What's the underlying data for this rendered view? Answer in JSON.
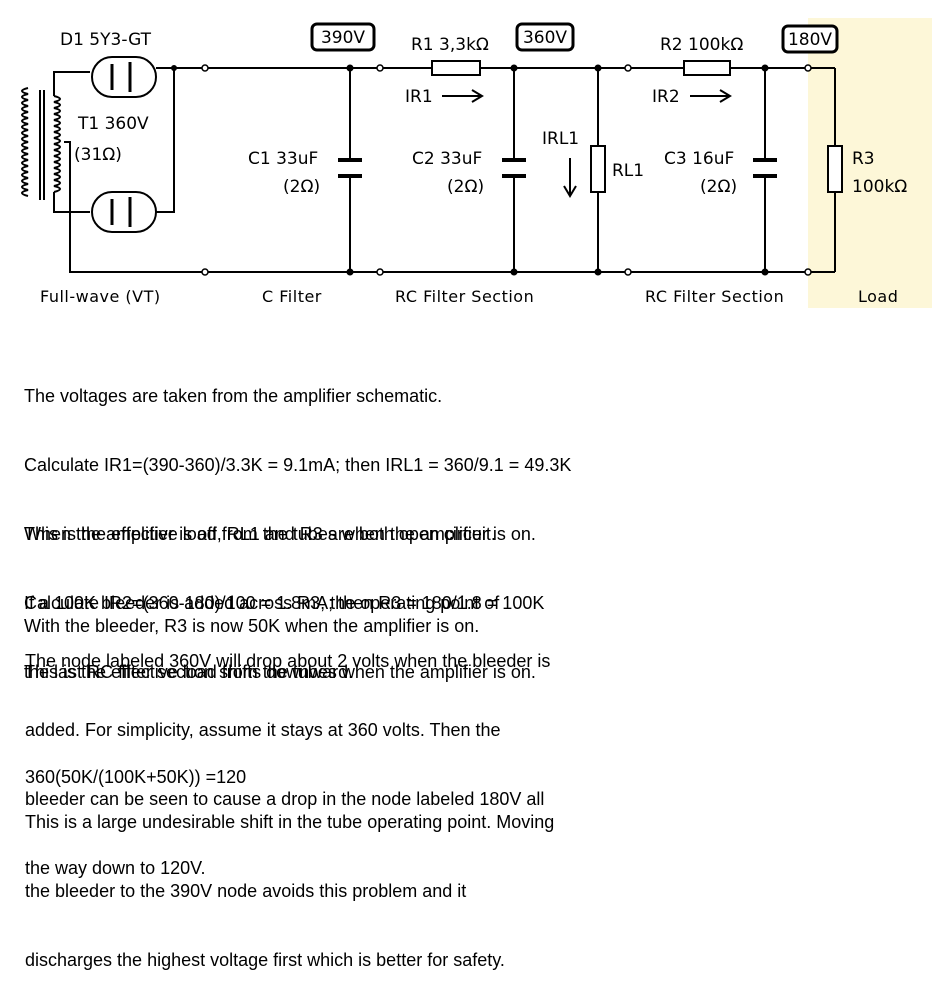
{
  "schematic": {
    "tube": "D1 5Y3-GT",
    "transformer": [
      "T1 360V",
      "(31Ω)"
    ],
    "c1": [
      "C1 33uF",
      "(2Ω)"
    ],
    "c2": [
      "C2 33uF",
      "(2Ω)"
    ],
    "c3": [
      "C3 16uF",
      "(2Ω)"
    ],
    "r1": "R1 3,3kΩ",
    "r2": "R2 100kΩ",
    "rl1": "RL1",
    "r3": [
      "R3",
      "100kΩ"
    ],
    "currents": {
      "ir1": "IR1",
      "ir2": "IR2",
      "irl1": "IRL1"
    },
    "voltages": {
      "v390": "390V",
      "v360": "360V",
      "v180": "180V"
    },
    "sections": {
      "fullwave": "Full-wave (VT)",
      "cfilter": "C Filter",
      "rc1": "RC Filter Section",
      "rc2": "RC Filter Section",
      "load": "Load"
    },
    "colors": {
      "load_highlight": "#fdf7d8"
    }
  },
  "notes": {
    "p1": [
      "The voltages are taken from the amplifier schematic.",
      "Calculate IR1=(390-360)/3.3K = 9.1mA; then IRL1 = 360/9.1 = 49.3K",
      "This is the effective load from the tubes when the amplifier is on.",
      "Calculate IR2=(360-180)/100 = 1.8mA; then R3 = 180/1.8 = 100K",
      "This is the effective load from the tubes when the amplifier is on."
    ],
    "p2": [
      "When the amplifier is off, RL1 and R3 are both open circuit.",
      "If a 100K bleeder is added across R3, the operating point of",
      "the last RC filter section shifts downward."
    ],
    "p3": "With the bleeder, R3 is now 50K when the amplifier is on.",
    "p4": [
      "The node labeled 360V will drop about 2 volts when the bleeder is",
      "added. For simplicity, assume it stays at 360 volts. Then the",
      "bleeder can be seen to cause a drop in the node labeled 180V all",
      "the way down to 120V."
    ],
    "p5": "360(50K/(100K+50K)) =120",
    "p6": [
      "This is a large undesirable shift in the tube operating point. Moving",
      "the bleeder to the 390V node avoids this problem and it",
      "discharges the highest voltage first which is better for safety."
    ]
  }
}
